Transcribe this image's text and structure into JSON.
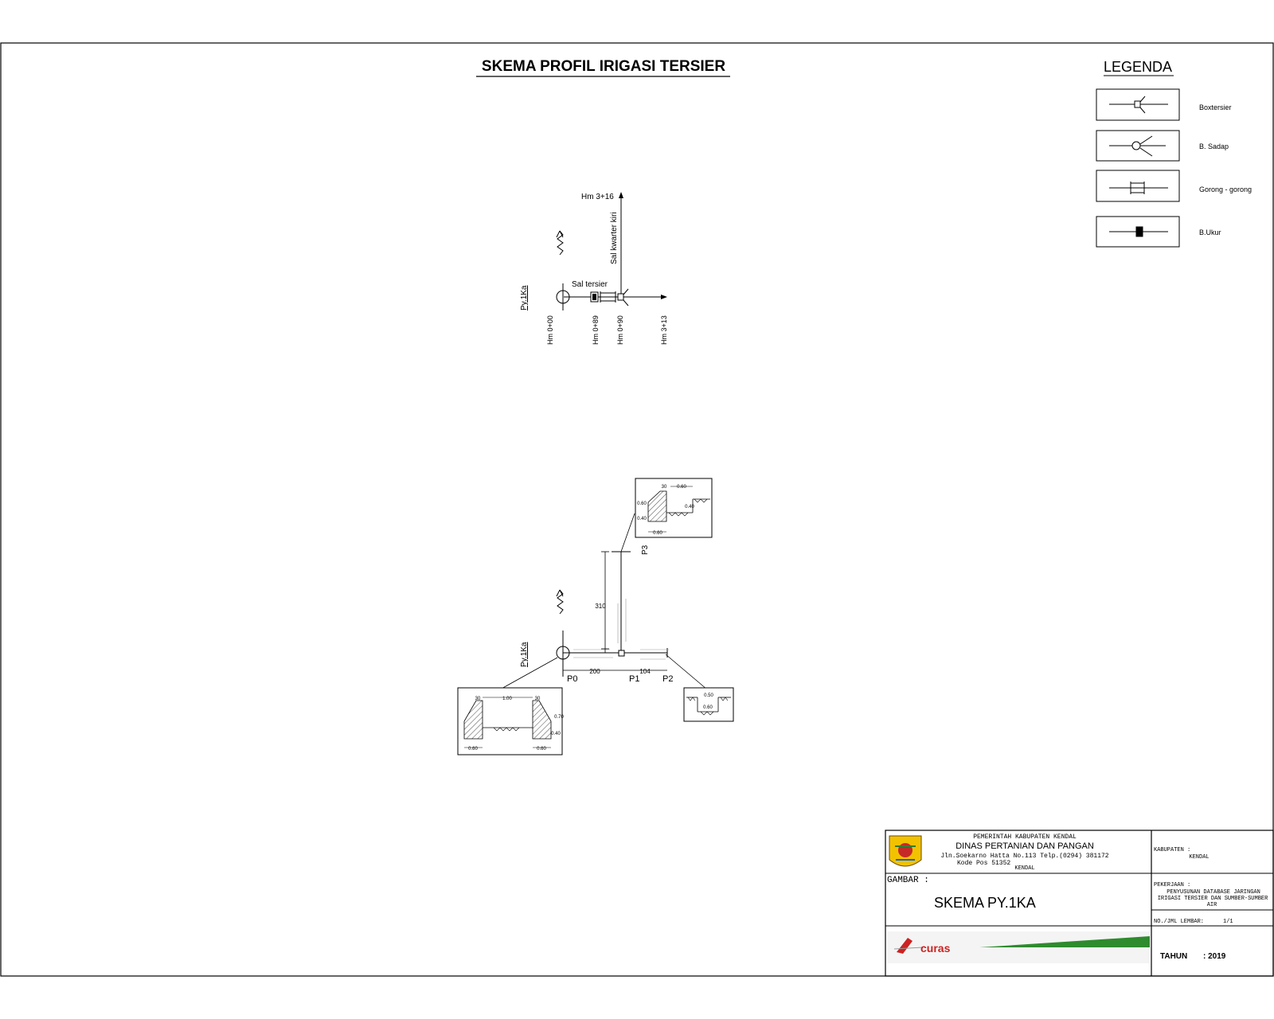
{
  "title": "SKEMA PROFIL IRIGASI TERSIER",
  "legend": {
    "title": "LEGENDA",
    "items": [
      {
        "label": "Boxtersier",
        "icon": "box-tersier-icon"
      },
      {
        "label": "B. Sadap",
        "icon": "b-sadap-icon"
      },
      {
        "label": "Gorong - gorong",
        "icon": "gorong-gorong-icon"
      },
      {
        "label": "B.Ukur",
        "icon": "b-ukur-icon"
      }
    ]
  },
  "schema": {
    "hm_top": "Hm 3+16",
    "channel_quarter": "Sal kwarter kiri",
    "channel_tertiary": "Sal tersier",
    "station_label": "Py.1Ka",
    "stations": [
      "Hm 0+00",
      "Hm 0+89",
      "Hm 0+90",
      "Hm 3+13"
    ]
  },
  "plan": {
    "station_label": "Py.1Ka",
    "points": [
      "P0",
      "P1",
      "P2",
      "P3"
    ],
    "dims": {
      "p0_p1": "200",
      "p1_p2": "104",
      "p1_p3": "310"
    },
    "section_left": {
      "top_width": "1.00",
      "wall": "30",
      "heights": [
        "0.70",
        "0.40"
      ],
      "bases": [
        "0.60",
        "0.60"
      ]
    },
    "section_top": {
      "wall": "30",
      "top": "0.60",
      "heights": [
        "0.60",
        "0.40"
      ],
      "right_h": "0.40",
      "base": "0.60"
    },
    "section_right": {
      "width": "0.60",
      "depth": "0.50"
    }
  },
  "title_block": {
    "gov": "PEMERINTAH KABUPATEN KENDAL",
    "agency": "DINAS PERTANIAN DAN PANGAN",
    "address1": "Jln.Soekarno Hatta No.113 Telp.(0294) 381172",
    "address2": "Kode Pos  51352",
    "city": "KENDAL",
    "kabupaten_label": "KABUPATEN :",
    "kabupaten_value": "KENDAL",
    "gambar_label": "GAMBAR :",
    "gambar_value": "SKEMA PY.1KA",
    "pekerjaan_label": "PEKERJAAN :",
    "pekerjaan_lines": [
      "PENYUSUNAN DATABASE JARINGAN",
      "IRIGASI TERSIER DAN SUMBER-SUMBER",
      "AIR"
    ],
    "lembar_label": "NO./JML LEMBAR:",
    "lembar_value": "1/1",
    "tahun_label": "TAHUN",
    "tahun_value": ": 2019",
    "logo_text": "curas"
  },
  "colors": {
    "line": "#000000",
    "green_band": "#2e8b2e",
    "logo_red": "#cc2222",
    "emblem_yellow": "#f2c200"
  }
}
